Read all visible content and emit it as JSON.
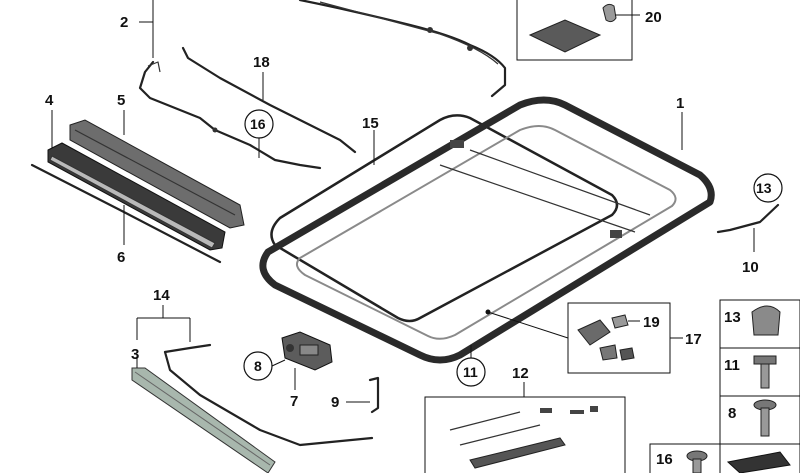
{
  "callouts": {
    "c1": "1",
    "c2": "2",
    "c3": "3",
    "c4": "4",
    "c5": "5",
    "c6": "6",
    "c7": "7",
    "c9": "9",
    "c10": "10",
    "c12": "12",
    "c14": "14",
    "c15": "15",
    "c17": "17",
    "c18": "18",
    "c19": "19",
    "c20": "20"
  },
  "circled": {
    "c8": "8",
    "c11": "11",
    "c13": "13",
    "c16": "16"
  },
  "hardware_column": {
    "r13": "13",
    "r11": "11",
    "r8": "8",
    "r16": "16"
  }
}
